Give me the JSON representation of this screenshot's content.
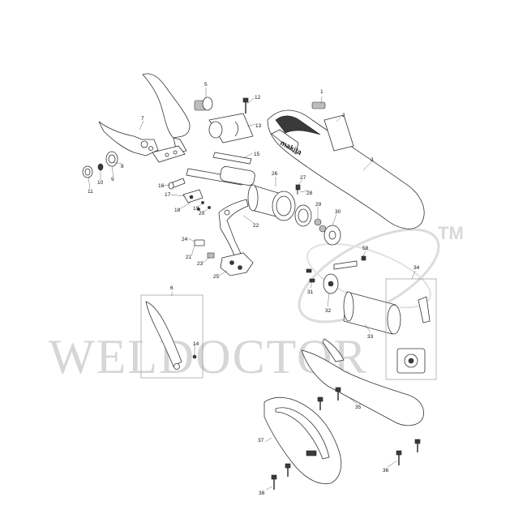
{
  "watermark": {
    "text": "WELDOCTOR",
    "trademark": "TM",
    "color": "#d6d6d6"
  },
  "callouts": [
    {
      "id": "1",
      "label": "1"
    },
    {
      "id": "2",
      "label": "2"
    },
    {
      "id": "3",
      "label": "3"
    },
    {
      "id": "5",
      "label": "5"
    },
    {
      "id": "6",
      "label": "6"
    },
    {
      "id": "7",
      "label": "7"
    },
    {
      "id": "8",
      "label": "8"
    },
    {
      "id": "9",
      "label": "9"
    },
    {
      "id": "10",
      "label": "10"
    },
    {
      "id": "11",
      "label": "11"
    },
    {
      "id": "12",
      "label": "12"
    },
    {
      "id": "13",
      "label": "13"
    },
    {
      "id": "14",
      "label": "14"
    },
    {
      "id": "15",
      "label": "15"
    },
    {
      "id": "16",
      "label": "16"
    },
    {
      "id": "17",
      "label": "17"
    },
    {
      "id": "18",
      "label": "18"
    },
    {
      "id": "19",
      "label": "19"
    },
    {
      "id": "20",
      "label": "20"
    },
    {
      "id": "21",
      "label": "21"
    },
    {
      "id": "22",
      "label": "22"
    },
    {
      "id": "23",
      "label": "23"
    },
    {
      "id": "24",
      "label": "24"
    },
    {
      "id": "25",
      "label": "25"
    },
    {
      "id": "26",
      "label": "26"
    },
    {
      "id": "27",
      "label": "27"
    },
    {
      "id": "28",
      "label": "28"
    },
    {
      "id": "29",
      "label": "29"
    },
    {
      "id": "30",
      "label": "30"
    },
    {
      "id": "31",
      "label": "31"
    },
    {
      "id": "32",
      "label": "32"
    },
    {
      "id": "33",
      "label": "33"
    },
    {
      "id": "34",
      "label": "34"
    },
    {
      "id": "35",
      "label": "35"
    },
    {
      "id": "36",
      "label": "36"
    },
    {
      "id": "37",
      "label": "37"
    },
    {
      "id": "38",
      "label": "38"
    },
    {
      "id": "58",
      "label": "58"
    }
  ],
  "brand_on_housing": "makita"
}
